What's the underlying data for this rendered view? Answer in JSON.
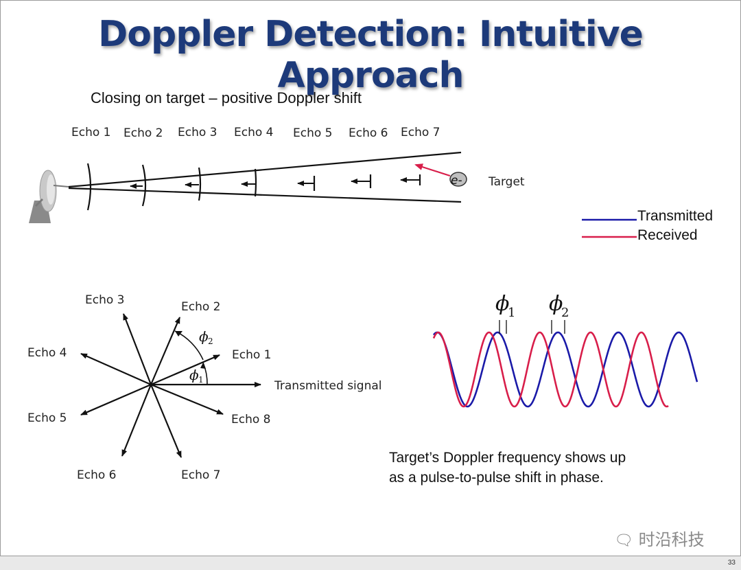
{
  "title": "Doppler Detection:  Intuitive Approach",
  "subtitle": "Closing on target – positive Doppler shift",
  "top_diagram": {
    "echo_labels": [
      "Echo 1",
      "Echo 2",
      "Echo 3",
      "Echo 4",
      "Echo 5",
      "Echo 6",
      "Echo 7"
    ],
    "target_symbol": "e-",
    "target_label": "Target"
  },
  "legend": {
    "transmitted": "Transmitted",
    "received": "Received",
    "transmitted_color": "#1a1aa8",
    "received_color": "#d81e4a"
  },
  "phasor": {
    "reference_label": "Transmitted signal",
    "phi1": "ϕ",
    "phi1_sub": "1",
    "phi2": "ϕ",
    "phi2_sub": "2",
    "echoes": [
      "Echo 1",
      "Echo 2",
      "Echo 3",
      "Echo 4",
      "Echo 5",
      "Echo 6",
      "Echo 7",
      "Echo 8"
    ]
  },
  "waves": {
    "phi1": "ϕ",
    "phi1_sub": "1",
    "phi2": "ϕ",
    "phi2_sub": "2"
  },
  "caption": {
    "line1": "Target’s Doppler frequency shows up",
    "line2": "as a pulse-to-pulse shift in phase."
  },
  "watermark": "时沿科技",
  "page_number": "33"
}
